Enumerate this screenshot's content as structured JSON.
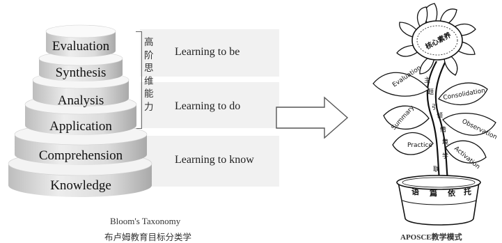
{
  "pyramid": {
    "tiers": [
      "Evaluation",
      "Synthesis",
      "Analysis",
      "Application",
      "Comprehension",
      "Knowledge"
    ]
  },
  "bands": [
    "Learning to be",
    "Learning to do",
    "Learning to know"
  ],
  "higher_order_label": [
    "高",
    "阶",
    "思",
    "维",
    "能",
    "力"
  ],
  "bloom_caption": {
    "english": "Bloom's Taxonomy",
    "chinese": "布卢姆教育目标分类学"
  },
  "flower": {
    "center_text": "核心素养",
    "stem_text": [
      "主",
      "题",
      "引",
      "领",
      "情",
      "境",
      "学",
      "联"
    ],
    "leaves": [
      "Evaluation",
      "Consolidation",
      "Summary",
      "Observation",
      "Practice",
      "Activation"
    ],
    "pot_text": [
      "语",
      "篇",
      "依",
      "托"
    ],
    "caption": "APOSCE教学模式"
  },
  "colors": {
    "tier_top": "#fafafa",
    "tier_side": "#d9d9d9",
    "band": "#f1f1f1",
    "ink": "#111111"
  }
}
